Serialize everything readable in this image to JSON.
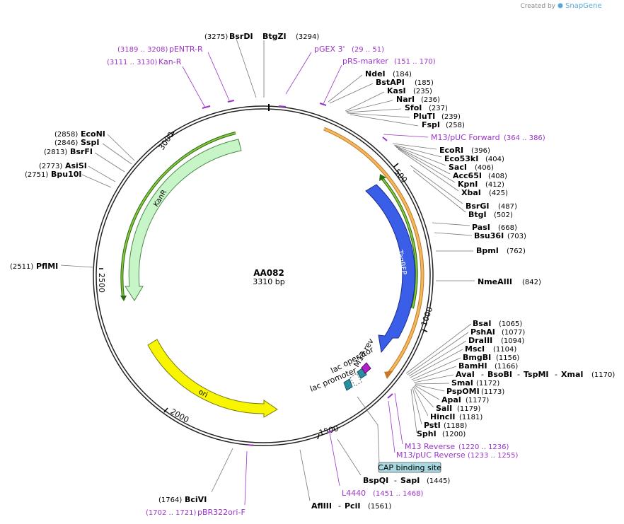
{
  "app": {
    "credit_prefix": "Created by",
    "credit_brand": "SnapGene"
  },
  "plasmid": {
    "name": "AA082",
    "length_label": "3310 bp"
  },
  "ticks": [
    {
      "label": "500"
    },
    {
      "label": "1000"
    },
    {
      "label": "1500"
    },
    {
      "label": "2000"
    },
    {
      "label": "2500"
    },
    {
      "label": "3000"
    }
  ],
  "enzymes_right": [
    {
      "name": "NdeI",
      "pos": "(184)"
    },
    {
      "name": "BstAPI",
      "pos": "(185)"
    },
    {
      "name": "KasI",
      "pos": "(235)"
    },
    {
      "name": "NarI",
      "pos": "(236)"
    },
    {
      "name": "SfoI",
      "pos": "(237)"
    },
    {
      "name": "PluTI",
      "pos": "(239)"
    },
    {
      "name": "FspI",
      "pos": "(258)"
    },
    {
      "name": "EcoRI",
      "pos": "(396)"
    },
    {
      "name": "Eco53kI",
      "pos": "(404)"
    },
    {
      "name": "SacI",
      "pos": "(406)"
    },
    {
      "name": "Acc65I",
      "pos": "(408)"
    },
    {
      "name": "KpnI",
      "pos": "(412)"
    },
    {
      "name": "XbaI",
      "pos": "(425)"
    },
    {
      "name": "BsrGI",
      "pos": "(487)"
    },
    {
      "name": "BtgI",
      "pos": "(502)"
    },
    {
      "name": "PasI",
      "pos": "(668)"
    },
    {
      "name": "Bsu36I",
      "pos": "(703)"
    },
    {
      "name": "BpmI",
      "pos": "(762)"
    },
    {
      "name": "NmeAIII",
      "pos": "(842)"
    },
    {
      "name": "BsaI",
      "pos": "(1065)"
    },
    {
      "name": "PshAI",
      "pos": "(1077)"
    },
    {
      "name": "DraIII",
      "pos": "(1094)"
    },
    {
      "name": "MscI",
      "pos": "(1104)"
    },
    {
      "name": "BmgBI",
      "pos": "(1156)"
    },
    {
      "name": "BamHI",
      "pos": "(1166)"
    },
    {
      "name": "AvaI",
      "pos": ""
    },
    {
      "name": "SmaI",
      "pos": "(1172)"
    },
    {
      "name": "PspOMI",
      "pos": "(1173)"
    },
    {
      "name": "ApaI",
      "pos": "(1177)"
    },
    {
      "name": "SalI",
      "pos": "(1179)"
    },
    {
      "name": "HincII",
      "pos": "(1181)"
    },
    {
      "name": "PstI",
      "pos": "(1188)"
    },
    {
      "name": "SphI",
      "pos": "(1200)"
    }
  ],
  "ava_group": {
    "sep": "-",
    "n2": "BsoBI",
    "n3": "TspMI",
    "n4": "XmaI",
    "pos": "(1170)"
  },
  "enzymes_left": [
    {
      "name": "EcoNI",
      "pos": "(2858)"
    },
    {
      "name": "SspI",
      "pos": "(2846)"
    },
    {
      "name": "BsrFI",
      "pos": "(2813)"
    },
    {
      "name": "AsiSI",
      "pos": "(2773)"
    },
    {
      "name": "Bpu10I",
      "pos": "(2751)"
    },
    {
      "name": "PflMI",
      "pos": "(2511)"
    }
  ],
  "enzymes_top": [
    {
      "name": "BsrDI",
      "pos": "(3275)"
    },
    {
      "name": "BtgZI",
      "pos": "(3294)"
    }
  ],
  "enzymes_bottom": [
    {
      "name": "BspQI",
      "sep": "-",
      "name2": "SapI",
      "pos": "(1445)"
    },
    {
      "name": "AflIII",
      "sep": "-",
      "name2": "PciI",
      "pos": "(1561)"
    },
    {
      "name": "BciVI",
      "pos": "(1764)"
    }
  ],
  "primers": [
    {
      "name": "pENTR-R",
      "range": "(3189 .. 3208)"
    },
    {
      "name": "Kan-R",
      "range": "(3111 .. 3130)"
    },
    {
      "name": "pGEX 3'",
      "range": "(29 .. 51)"
    },
    {
      "name": "pRS-marker",
      "range": "(151 .. 170)"
    },
    {
      "name": "M13/pUC Forward",
      "range": "(364 .. 386)"
    },
    {
      "name": "M13 Reverse",
      "range": "(1220 .. 1236)"
    },
    {
      "name": "M13/pUC Reverse",
      "range": "(1233 .. 1255)"
    },
    {
      "name": "L4440",
      "range": "(1451 .. 1468)"
    },
    {
      "name": "pBR322ori-F",
      "range": "(1702 .. 1721)"
    }
  ],
  "features": {
    "kanr": "KanR",
    "tagbfp": "TagBFP",
    "ori": "ori",
    "lac_operator": "lac operator",
    "lac_promoter": "lac promoter",
    "m13_rev": "M13 rev",
    "cap_site": "CAP binding site"
  },
  "colors": {
    "kanr": "#c8f5c8",
    "tagbfp": "#3a5ee8",
    "ori": "#f7f500",
    "orf_orange": "#f0b860",
    "orf_green": "#88c840",
    "primer": "#9a33c8",
    "lac_promoter": "#2a8ea0",
    "lac_operator": "#2a8ea0",
    "m13_rev": "#b020c8",
    "cap_box": "#a8d8e0"
  }
}
